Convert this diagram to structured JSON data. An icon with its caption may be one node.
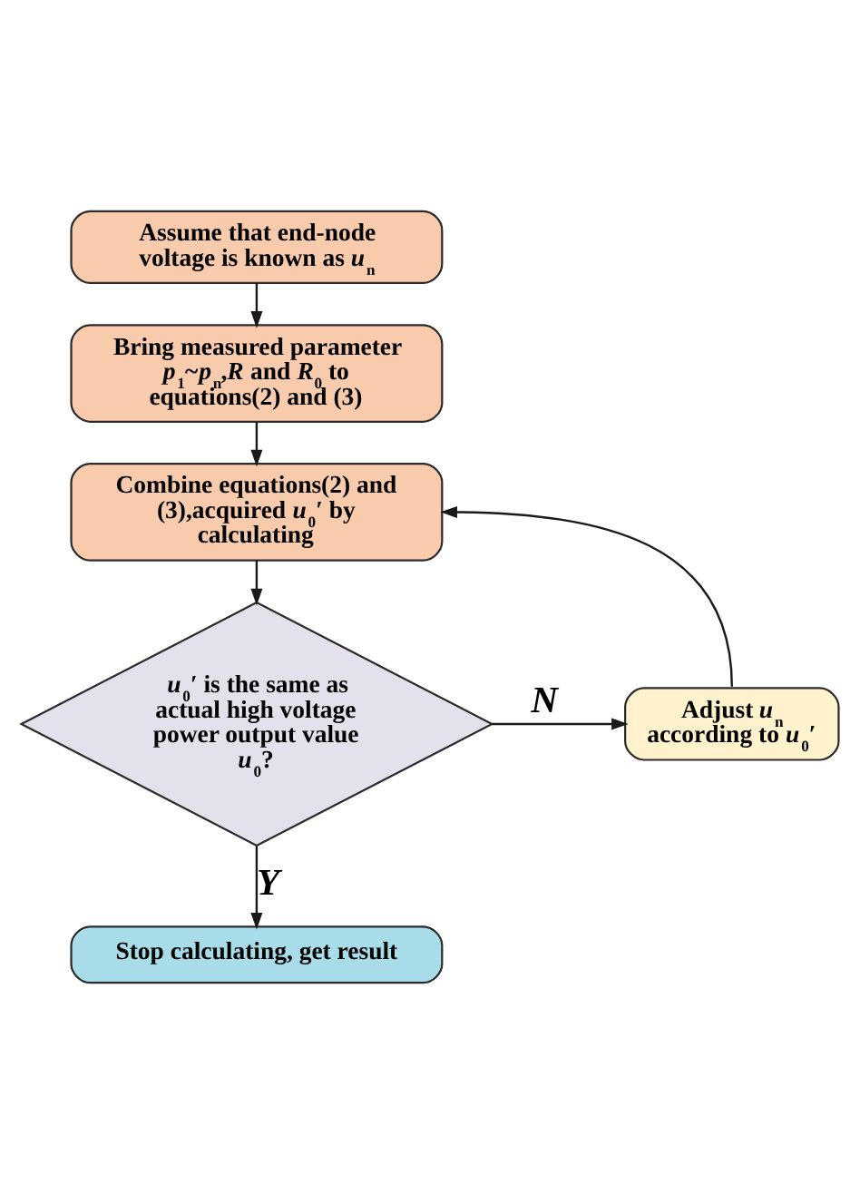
{
  "diagram": {
    "nodes": [
      {
        "text": [
          "Assume that end-node voltage is known as *u*$_{n}$"
        ]
      },
      {
        "text": [
          "Bring measured parameter *p*$_{1}$~*p*$_{n}$,*R* and *R*$_{0}$ to equations(2) and (3)"
        ]
      },
      {
        "text": [
          "Combine equations(2) and (3),acquired *u*$_{0}$′ by calculating"
        ]
      },
      {
        "text": [
          "*u*$_{0}$′ is the same as actual high voltage power output value *u*$_{0}$?"
        ]
      },
      {
        "text": [
          "Adjust *u*$_{n}$ according to *u*$_{0}$′"
        ]
      },
      {
        "text": [
          "Stop calculating, get result"
        ]
      }
    ],
    "edges": [
      {
        "from": 0,
        "to": 1,
        "arrow": "to"
      },
      {
        "from": 1,
        "to": 2,
        "arrow": "to"
      },
      {
        "from": 2,
        "to": 3,
        "arrow": "to"
      },
      {
        "from": 3,
        "to": 4,
        "arrow": "to",
        "label": "N"
      },
      {
        "from": 4,
        "to": 2,
        "arrow": "to"
      },
      {
        "from": 3,
        "to": 5,
        "arrow": "to",
        "label": "Y"
      }
    ]
  }
}
